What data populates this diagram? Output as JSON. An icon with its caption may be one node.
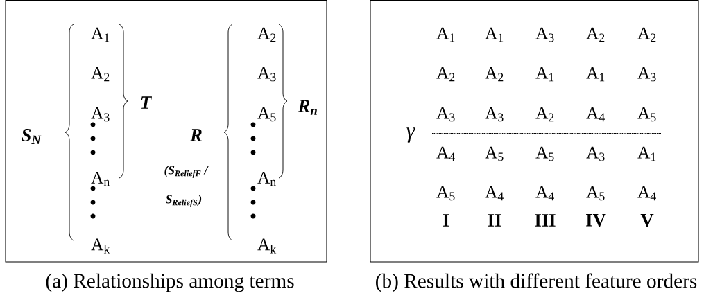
{
  "diagram": {
    "nodes": [
      {
        "text": [],
        "shape": "box",
        "beside": [
          "(a) Relationships among terms"
        ]
      },
      {
        "text": [],
        "shape": "box",
        "beside": [
          "(b) Results with different feature orders"
        ]
      }
    ],
    "edges": [],
    "labels": [
      "S$_{N}$",
      "A$_{1}$",
      "A$_{2}$",
      "A$_{3}$",
      "A$_{n}$",
      "A$_{k}$",
      "T",
      "R",
      "(S$_{ReliefF}$ /",
      "S$_{ReliefS}$)",
      "A$_{2}$",
      "A$_{3}$",
      "A$_{5}$",
      "A$_{n}$",
      "A$_{k}$",
      "R$_{n}$",
      "A$_{1}$",
      "A$_{1}$",
      "A$_{3}$",
      "A$_{2}$",
      "A$_{2}$",
      "A$_{2}$",
      "A$_{2}$",
      "A$_{1}$",
      "A$_{1}$",
      "A$_{3}$",
      "A$_{3}$",
      "A$_{3}$",
      "A$_{2}$",
      "A$_{4}$",
      "A$_{5}$",
      "A$_{4}$",
      "A$_{5}$",
      "A$_{5}$",
      "A$_{3}$",
      "A$_{1}$",
      "A$_{5}$",
      "A$_{4}$",
      "A$_{4}$",
      "A$_{5}$",
      "A$_{4}$",
      "γ",
      "I",
      "II",
      "III",
      "IV",
      "V"
    ]
  }
}
